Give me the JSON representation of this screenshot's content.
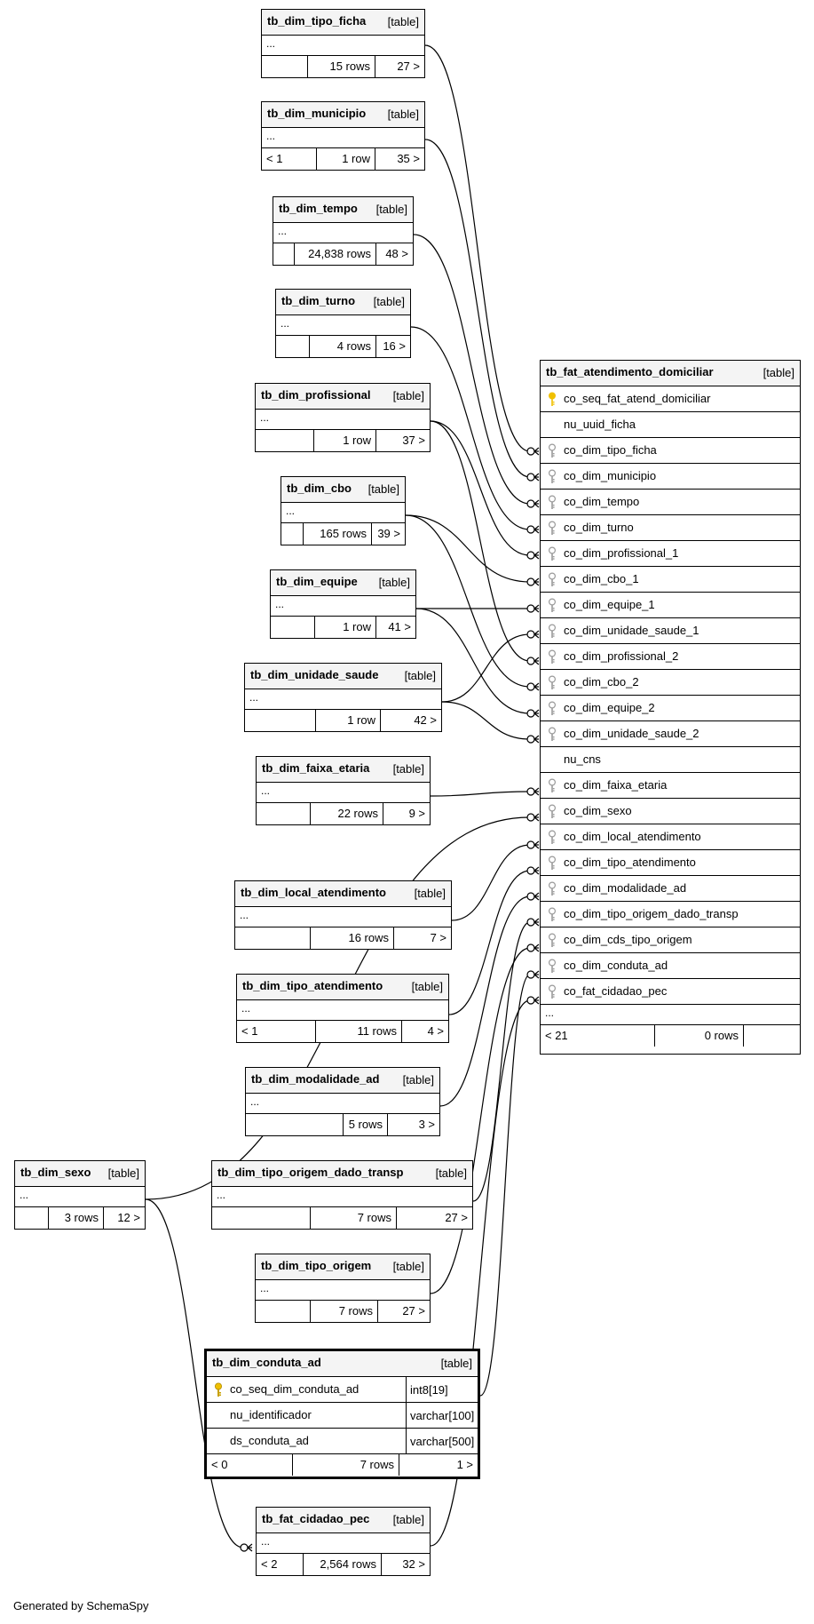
{
  "diagram": {
    "type_label": "[table]",
    "dots": "...",
    "credit": "Generated by SchemaSpy",
    "key_color": "#f0c000",
    "fk_icon_color": "#9a9a9a"
  },
  "tables": {
    "tipo_ficha": {
      "name": "tb_dim_tipo_ficha",
      "parents": "",
      "rows": "15 rows",
      "children": "27 >"
    },
    "municipio": {
      "name": "tb_dim_municipio",
      "parents": "< 1",
      "rows": "1 row",
      "children": "35 >"
    },
    "tempo": {
      "name": "tb_dim_tempo",
      "parents": "",
      "rows": "24,838 rows",
      "children": "48 >"
    },
    "turno": {
      "name": "tb_dim_turno",
      "parents": "",
      "rows": "4 rows",
      "children": "16 >"
    },
    "profissional": {
      "name": "tb_dim_profissional",
      "parents": "",
      "rows": "1 row",
      "children": "37 >"
    },
    "cbo": {
      "name": "tb_dim_cbo",
      "parents": "",
      "rows": "165 rows",
      "children": "39 >"
    },
    "equipe": {
      "name": "tb_dim_equipe",
      "parents": "",
      "rows": "1 row",
      "children": "41 >"
    },
    "unidade_saude": {
      "name": "tb_dim_unidade_saude",
      "parents": "",
      "rows": "1 row",
      "children": "42 >"
    },
    "faixa_etaria": {
      "name": "tb_dim_faixa_etaria",
      "parents": "",
      "rows": "22 rows",
      "children": "9 >"
    },
    "local_atendimento": {
      "name": "tb_dim_local_atendimento",
      "parents": "",
      "rows": "16 rows",
      "children": "7 >"
    },
    "tipo_atendimento": {
      "name": "tb_dim_tipo_atendimento",
      "parents": "< 1",
      "rows": "11 rows",
      "children": "4 >"
    },
    "modalidade_ad": {
      "name": "tb_dim_modalidade_ad",
      "parents": "",
      "rows": "5 rows",
      "children": "3 >"
    },
    "tipo_origem_dado_transp": {
      "name": "tb_dim_tipo_origem_dado_transp",
      "parents": "",
      "rows": "7 rows",
      "children": "27 >"
    },
    "tipo_origem": {
      "name": "tb_dim_tipo_origem",
      "parents": "",
      "rows": "7 rows",
      "children": "27 >"
    },
    "sexo": {
      "name": "tb_dim_sexo",
      "parents": "",
      "rows": "3 rows",
      "children": "12 >"
    },
    "cidadao_pec": {
      "name": "tb_fat_cidadao_pec",
      "parents": "< 2",
      "rows": "2,564 rows",
      "children": "32 >"
    }
  },
  "conduta": {
    "name": "tb_dim_conduta_ad",
    "columns": [
      {
        "name": "co_seq_dim_conduta_ad",
        "type": "int8[19]"
      },
      {
        "name": "nu_identificador",
        "type": "varchar[100]"
      },
      {
        "name": "ds_conduta_ad",
        "type": "varchar[500]"
      }
    ],
    "parents": "< 0",
    "rows": "7 rows",
    "children": "1 >"
  },
  "fact": {
    "name": "tb_fat_atendimento_domiciliar",
    "columns": [
      "co_seq_fat_atend_domiciliar",
      "nu_uuid_ficha",
      "co_dim_tipo_ficha",
      "co_dim_municipio",
      "co_dim_tempo",
      "co_dim_turno",
      "co_dim_profissional_1",
      "co_dim_cbo_1",
      "co_dim_equipe_1",
      "co_dim_unidade_saude_1",
      "co_dim_profissional_2",
      "co_dim_cbo_2",
      "co_dim_equipe_2",
      "co_dim_unidade_saude_2",
      "nu_cns",
      "co_dim_faixa_etaria",
      "co_dim_sexo",
      "co_dim_local_atendimento",
      "co_dim_tipo_atendimento",
      "co_dim_modalidade_ad",
      "co_dim_tipo_origem_dado_transp",
      "co_dim_cds_tipo_origem",
      "co_dim_conduta_ad",
      "co_fat_cidadao_pec"
    ],
    "column_keys": [
      "pk",
      "none",
      "fk",
      "fk",
      "fk",
      "fk",
      "fk",
      "fk",
      "fk",
      "fk",
      "fk",
      "fk",
      "fk",
      "fk",
      "none",
      "fk",
      "fk",
      "fk",
      "fk",
      "fk",
      "fk",
      "fk",
      "fk",
      "fk"
    ],
    "parents": "< 21",
    "rows": "0 rows",
    "children": ""
  }
}
